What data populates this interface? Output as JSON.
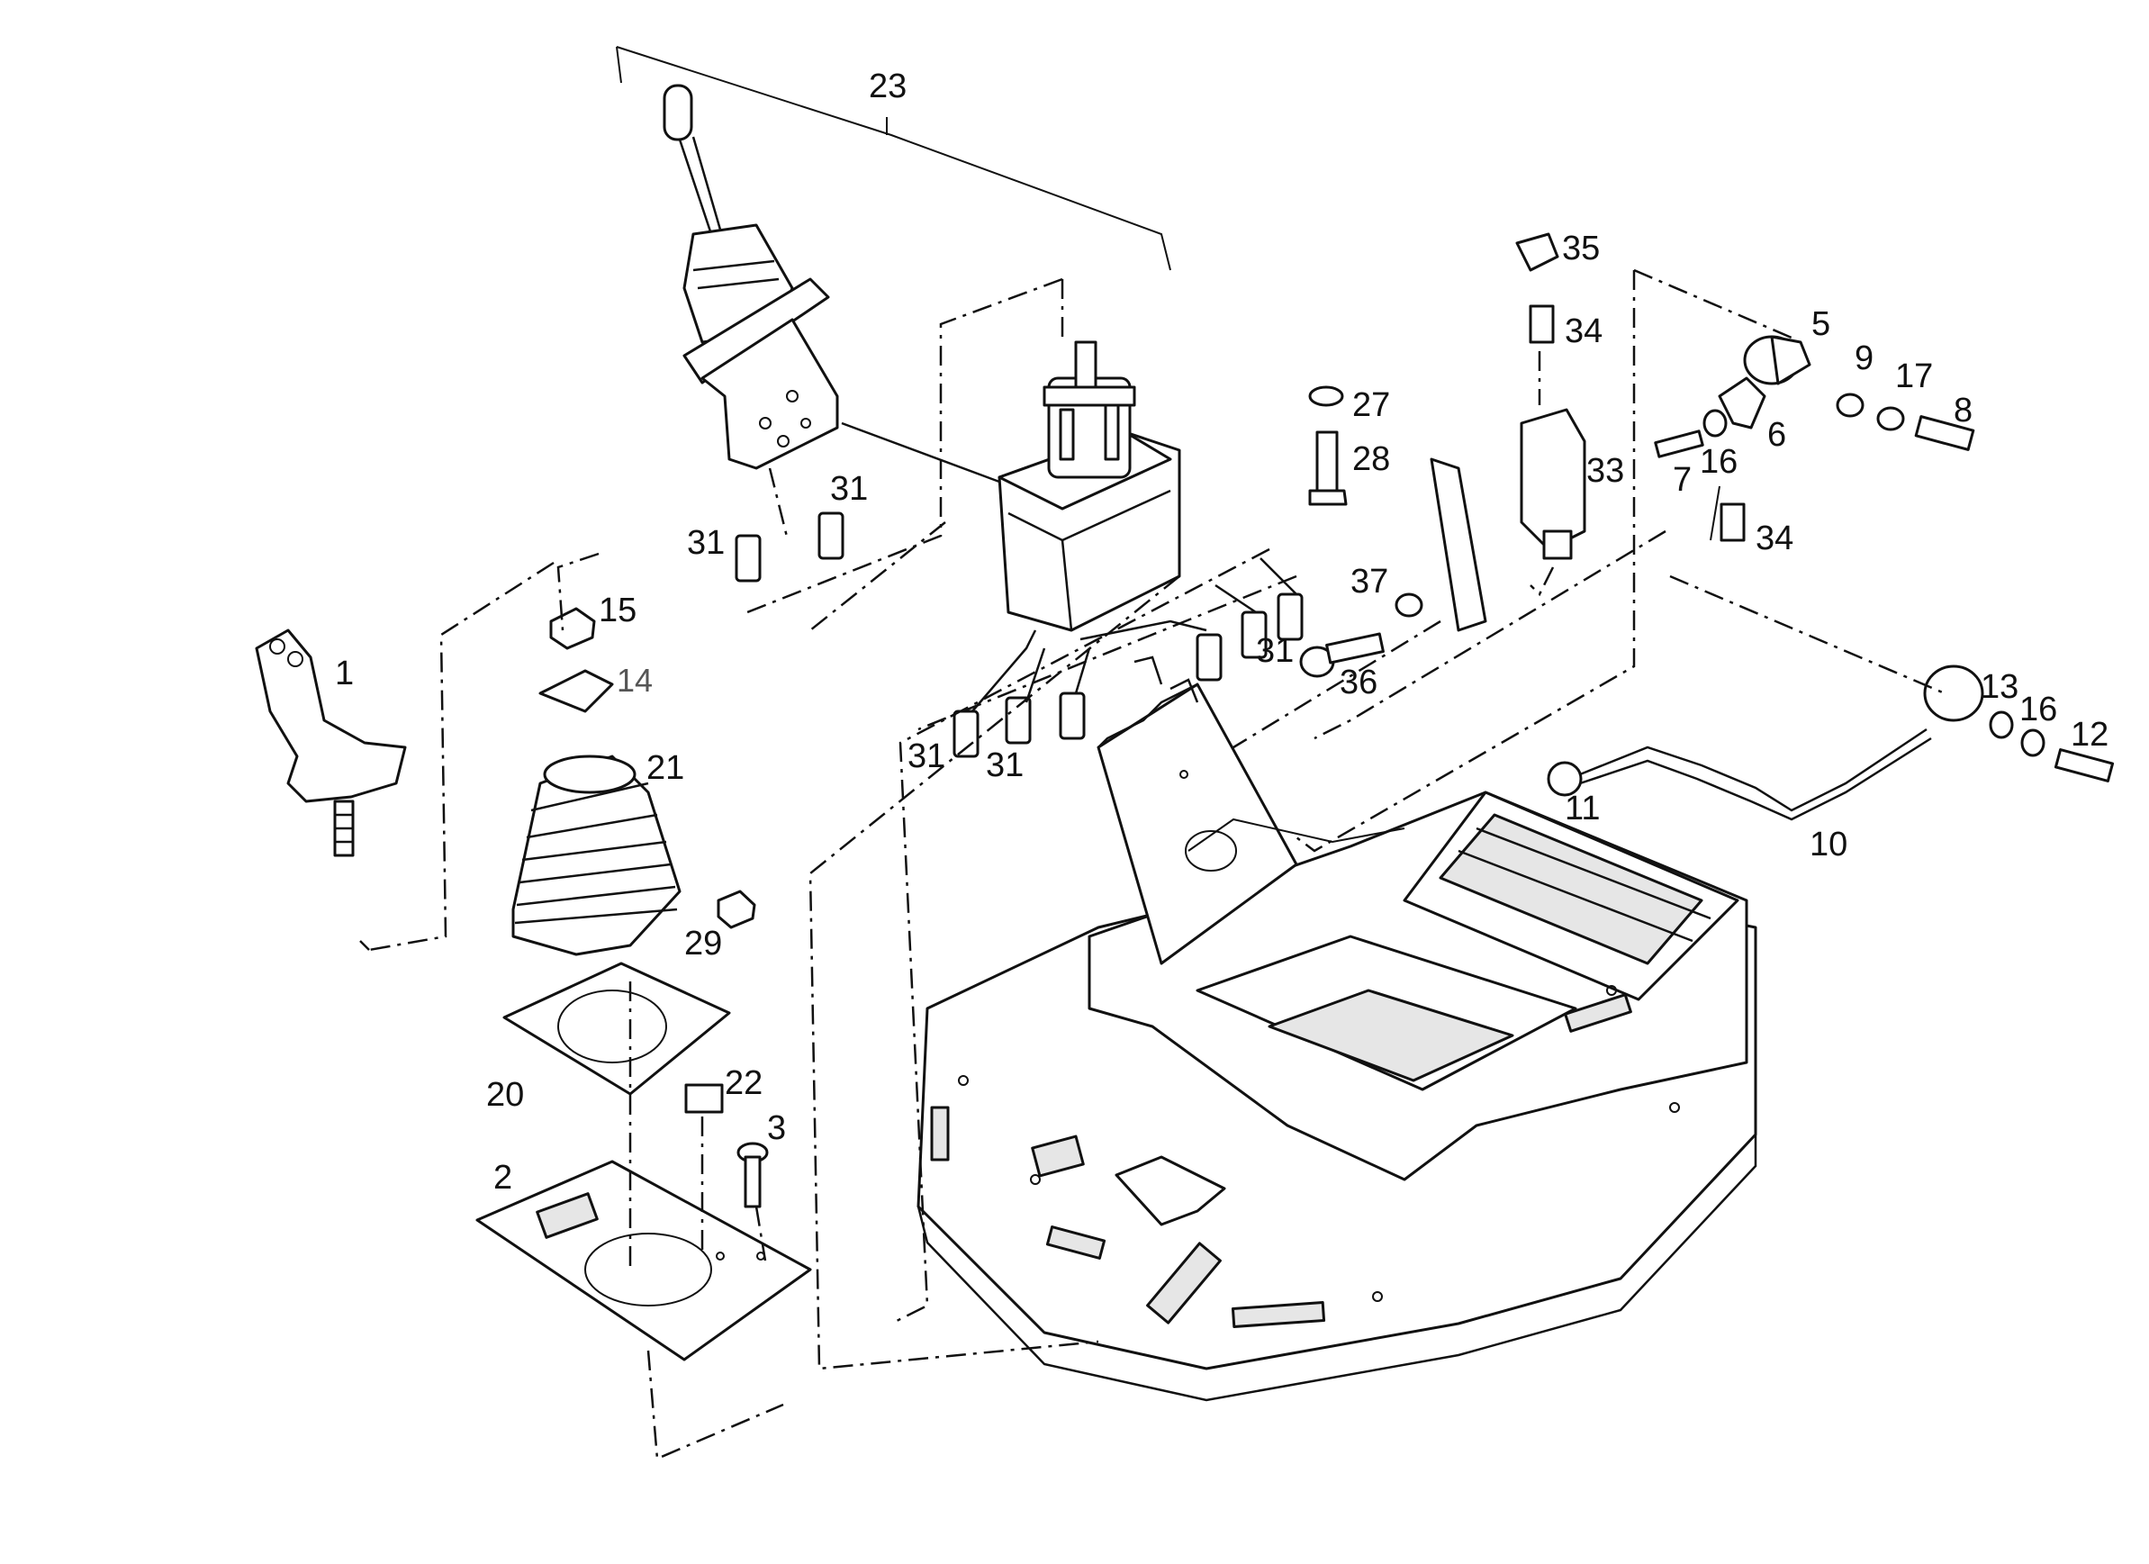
{
  "callouts": [
    {
      "id": "p1",
      "text": "1"
    },
    {
      "id": "p2",
      "text": "2"
    },
    {
      "id": "p3",
      "text": "3"
    },
    {
      "id": "p5",
      "text": "5"
    },
    {
      "id": "p6",
      "text": "6"
    },
    {
      "id": "p7",
      "text": "7"
    },
    {
      "id": "p8",
      "text": "8"
    },
    {
      "id": "p9",
      "text": "9"
    },
    {
      "id": "p10",
      "text": "10"
    },
    {
      "id": "p11",
      "text": "11"
    },
    {
      "id": "p12",
      "text": "12"
    },
    {
      "id": "p13",
      "text": "13"
    },
    {
      "id": "p14",
      "text": "14"
    },
    {
      "id": "p15",
      "text": "15"
    },
    {
      "id": "p16a",
      "text": "16"
    },
    {
      "id": "p16b",
      "text": "16"
    },
    {
      "id": "p17",
      "text": "17"
    },
    {
      "id": "p20",
      "text": "20"
    },
    {
      "id": "p21",
      "text": "21"
    },
    {
      "id": "p22",
      "text": "22"
    },
    {
      "id": "p23",
      "text": "23"
    },
    {
      "id": "p27",
      "text": "27"
    },
    {
      "id": "p28",
      "text": "28"
    },
    {
      "id": "p29",
      "text": "29"
    },
    {
      "id": "p31a",
      "text": "31"
    },
    {
      "id": "p31b",
      "text": "31"
    },
    {
      "id": "p31c",
      "text": "31"
    },
    {
      "id": "p31d",
      "text": "31"
    },
    {
      "id": "p31e",
      "text": "31"
    },
    {
      "id": "p33",
      "text": "33"
    },
    {
      "id": "p34a",
      "text": "34"
    },
    {
      "id": "p34b",
      "text": "34"
    },
    {
      "id": "p35",
      "text": "35"
    },
    {
      "id": "p36",
      "text": "36"
    },
    {
      "id": "p37",
      "text": "37"
    }
  ]
}
